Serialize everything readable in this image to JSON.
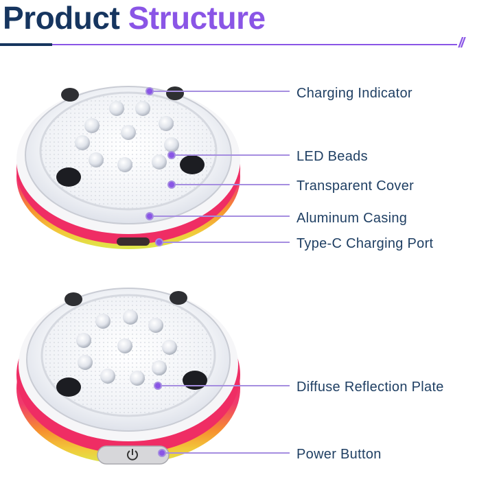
{
  "header": {
    "title_part1": "Product",
    "title_part2": "Structure",
    "decoration": "//"
  },
  "callouts_top": [
    "Charging Indicator",
    "LED Beads",
    "Transparent Cover",
    "Aluminum Casing",
    "Type-C Charging Port"
  ],
  "callouts_bottom": [
    "Diffuse Reflection Plate",
    "Power Button"
  ],
  "colors": {
    "navy": "#16355f",
    "purple": "#8a55e6",
    "label_text": "#1f3f63",
    "casing_pink": "#ee2a6a",
    "casing_orange": "#f6902f",
    "casing_yellow": "#dde84a"
  },
  "icons": [
    "power-icon"
  ]
}
